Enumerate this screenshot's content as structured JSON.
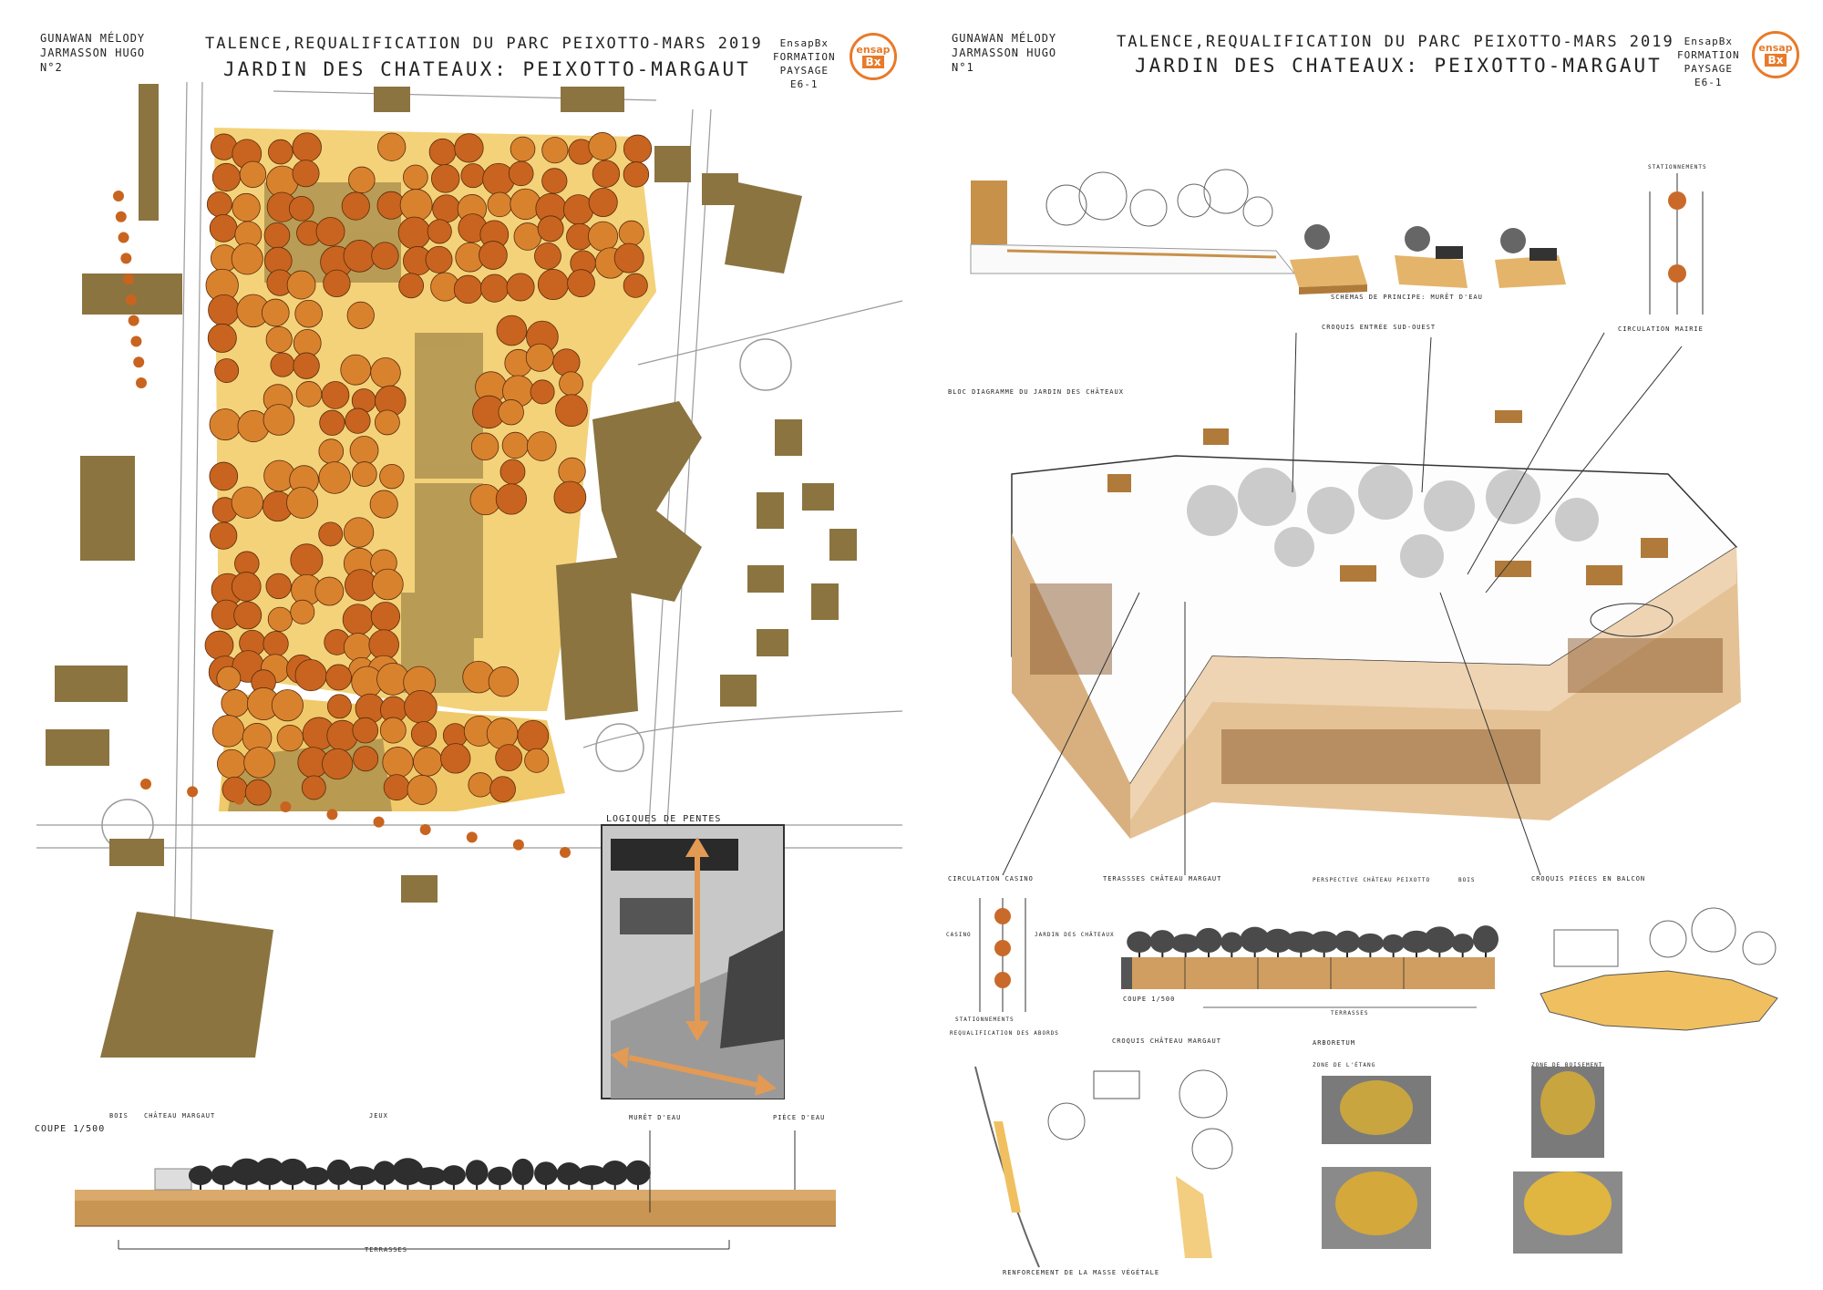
{
  "authors": {
    "line1": "GUNAWAN MÉLODY",
    "line2": "JARMASSON HUGO"
  },
  "board_left": {
    "number": "N°2",
    "title": "TALENCE,REQUALIFICATION DU PARC PEIXOTTO-MARS 2019",
    "subtitle": "JARDIN DES CHATEAUX: PEIXOTTO-MARGAUT",
    "inset_title": "LOGIQUES DE PENTES",
    "section": {
      "scale": "COUPE 1/500",
      "labels": [
        "BOIS",
        "CHÂTEAU MARGAUT",
        "JEUX",
        "MURÊT D'EAU",
        "PIÈCE D'EAU"
      ],
      "bottom": "TERRASSES"
    }
  },
  "board_right": {
    "number": "N°1",
    "title": "TALENCE,REQUALIFICATION DU PARC PEIXOTTO-MARS 2019",
    "subtitle": "JARDIN DES CHATEAUX: PEIXOTTO-MARGAUT",
    "labels": {
      "sketch_sw": "CROQUIS ENTRÉE SUD-OUEST",
      "principle": "SCHÉMAS DE PRINCIPE: MURÊT D'EAU",
      "mairie": "CIRCULATION MAIRIE",
      "parking_top": "STATIONNEMENTS",
      "bloc": "BLOC DIAGRAMME DU JARDIN DES CHÂTEAUX",
      "casino": "CIRCULATION CASINO",
      "terraces": "TERASSSES CHÂTEAU MARGAUT",
      "perspective": "PERSPECTIVE CHÂTEAU PEIXOTTO",
      "bois": "BOIS",
      "balcon": "CROQUIS PIÈCES EN BALCON",
      "casino_small": "CASINO",
      "jardin_small": "JARDIN DES CHÂTEAUX",
      "parking_bottom": "STATIONNEMENTS",
      "scale": "COUPE 1/500",
      "terrasses": "TERRASSES",
      "requal": "REQUALIFICATION DES ABORDS",
      "croquis_margaut": "CROQUIS CHÂTEAU MARGAUT",
      "renforcement": "RENFORCEMENT DE LA MASSE VÉGÉTALE",
      "arboretum": "ARBORETUM",
      "zone_etang": "ZONE DE L'ÉTANG",
      "zone_boisement": "ZONE DE BOISEMENT"
    }
  },
  "school": {
    "line1": "EnsapBx",
    "line2": "FORMATION",
    "line3": "PAYSAGE",
    "line4": "E6-1",
    "logo_top": "ensap",
    "logo_bottom": "Bx"
  },
  "colors": {
    "ochre": "#8b7440",
    "orange": "#d0722a",
    "yellow": "#f0c050",
    "brown": "#b07a3a"
  }
}
